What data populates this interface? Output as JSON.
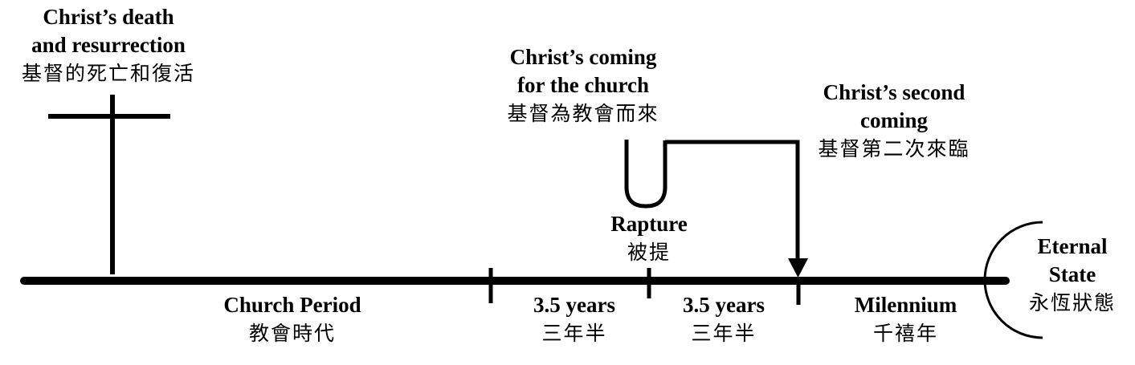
{
  "events": {
    "death": {
      "en1": "Christ’s death",
      "en2": "and resurrection",
      "zh": "基督的死亡和復活"
    },
    "coming_for_church": {
      "en1": "Christ’s coming",
      "en2": "for the church",
      "zh": "基督為教會而來"
    },
    "second_coming": {
      "en1": "Christ’s second",
      "en2": "coming",
      "zh": "基督第二次來臨"
    },
    "rapture": {
      "en": "Rapture",
      "zh": "被提"
    },
    "eternal": {
      "en1": "Eternal",
      "en2": "State",
      "zh": "永恆狀態"
    }
  },
  "periods": {
    "church": {
      "en": "Church Period",
      "zh": "教會時代"
    },
    "first_half": {
      "en": "3.5 years",
      "zh": "三年半"
    },
    "second_half": {
      "en": "3.5 years",
      "zh": "三年半"
    },
    "millennium": {
      "en": "Milennium",
      "zh": "千禧年"
    }
  }
}
